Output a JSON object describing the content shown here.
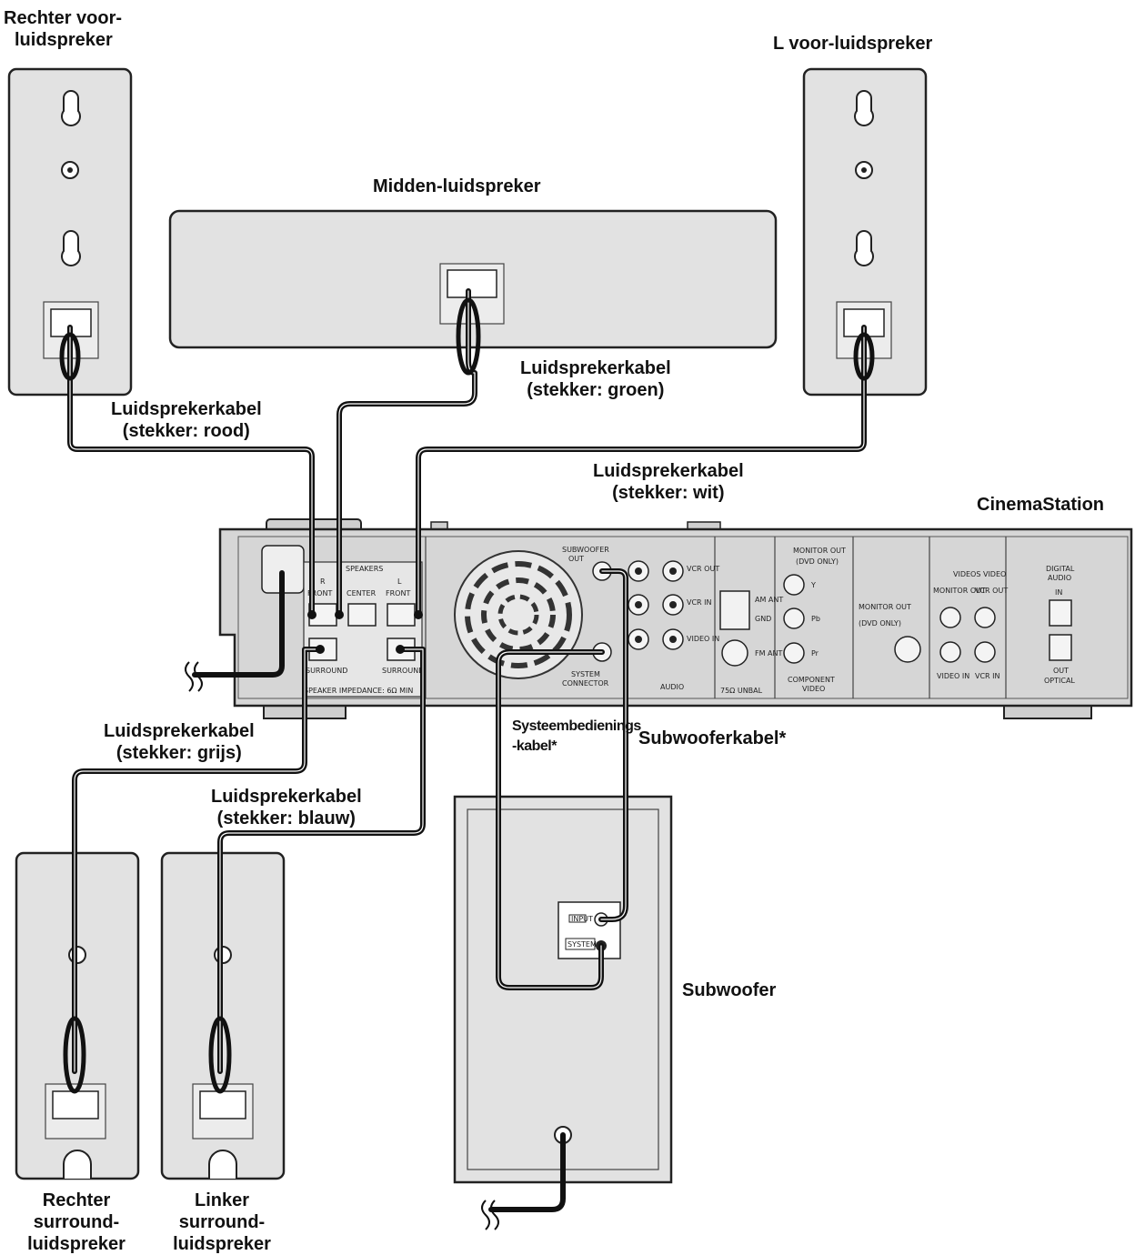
{
  "labels": {
    "front_right_1": "Rechter voor-",
    "front_right_2": "luidspreker",
    "front_left": "L voor-luidspreker",
    "center": "Midden-luidspreker",
    "cable_red_1": "Luidsprekerkabel",
    "cable_red_2": "(stekker: rood)",
    "cable_green_1": "Luidsprekerkabel",
    "cable_green_2": "(stekker: groen)",
    "cable_white_1": "Luidsprekerkabel",
    "cable_white_2": "(stekker: wit)",
    "cinema_station": "CinemaStation",
    "cable_grey_1": "Luidsprekerkabel",
    "cable_grey_2": "(stekker: grijs)",
    "cable_blue_1": "Luidsprekerkabel",
    "cable_blue_2": "(stekker: blauw)",
    "system_cable_1": "Systeembedienings",
    "system_cable_2": "-kabel*",
    "subwoofer_cable": "Subwooferkabel*",
    "subwoofer": "Subwoofer",
    "surround_right_1": "Rechter",
    "surround_right_2": "surround-",
    "surround_right_3": "luidspreker",
    "surround_left_1": "Linker",
    "surround_left_2": "surround-",
    "surround_left_3": "luidspreker"
  },
  "panel_text": {
    "speakers": "SPEAKERS",
    "r_mark": "R",
    "l_mark": "L",
    "front_r": "FRONT",
    "center": "CENTER",
    "front_l": "FRONT",
    "surround_r": "SURROUND",
    "surround_l": "SURROUND",
    "impedance": "SPEAKER IMPEDANCE: 6Ω MIN",
    "subwoofer_out_1": "SUBWOOFER",
    "subwoofer_out_2": "OUT",
    "system_connector_1": "SYSTEM",
    "system_connector_2": "CONNECTOR",
    "vcr_out": "VCR OUT",
    "vcr_in": "VCR IN",
    "video_in": "VIDEO IN",
    "audio": "AUDIO",
    "am_ant": "AM ANT",
    "gnd": "GND",
    "fm_ant": "FM ANT",
    "unbal": "75Ω UNBAL",
    "monitor_out": "MONITOR OUT",
    "dvd_only": "(DVD ONLY)",
    "y": "Y",
    "pb": "Pb",
    "pr": "Pr",
    "component_video_1": "COMPONENT",
    "component_video_2": "VIDEO",
    "monitor_out_2": "MONITOR OUT",
    "dvd_only_2": "(DVD ONLY)",
    "videos_video": "VIDEOS VIDEO",
    "monitor_out_3": "MONITOR OUT",
    "vcr_out_2": "VCR OUT",
    "video_in_2": "VIDEO IN",
    "vcr_in_2": "VCR IN",
    "digital_audio_1": "DIGITAL",
    "digital_audio_2": "AUDIO",
    "in": "IN",
    "out": "OUT",
    "optical": "OPTICAL",
    "sub_input": "INPUT",
    "sub_system": "SYSTEM"
  }
}
